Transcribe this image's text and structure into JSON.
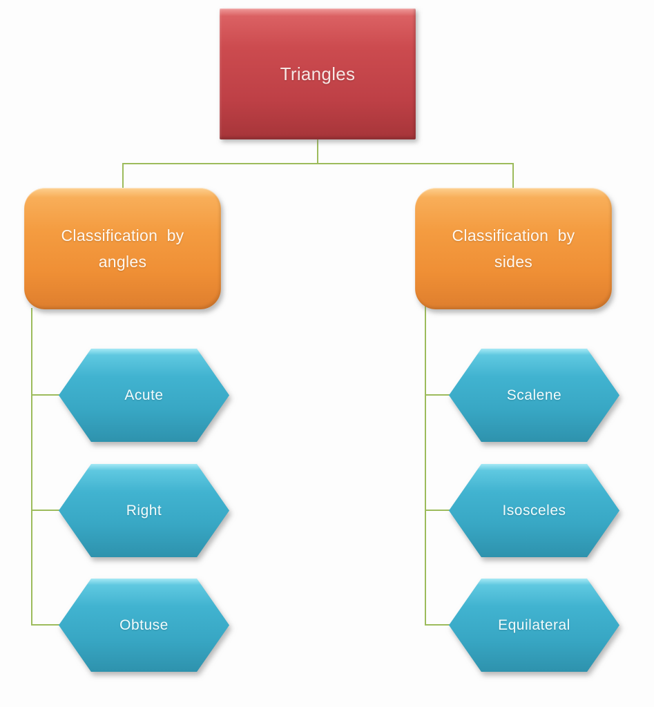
{
  "diagram": {
    "root": {
      "label": "Triangles"
    },
    "branches": [
      {
        "label": "Classification  by\nangles",
        "children": [
          {
            "label": "Acute"
          },
          {
            "label": "Right"
          },
          {
            "label": "Obtuse"
          }
        ]
      },
      {
        "label": "Classification  by\nsides",
        "children": [
          {
            "label": "Scalene"
          },
          {
            "label": "Isosceles"
          },
          {
            "label": "Equilateral"
          }
        ]
      }
    ],
    "colors": {
      "root_fill": "#BE4046",
      "branch_fill": "#F29B40",
      "leaf_fill": "#3AADCA",
      "connector": "#9CBB5B",
      "text": "#FFFFFF"
    }
  }
}
